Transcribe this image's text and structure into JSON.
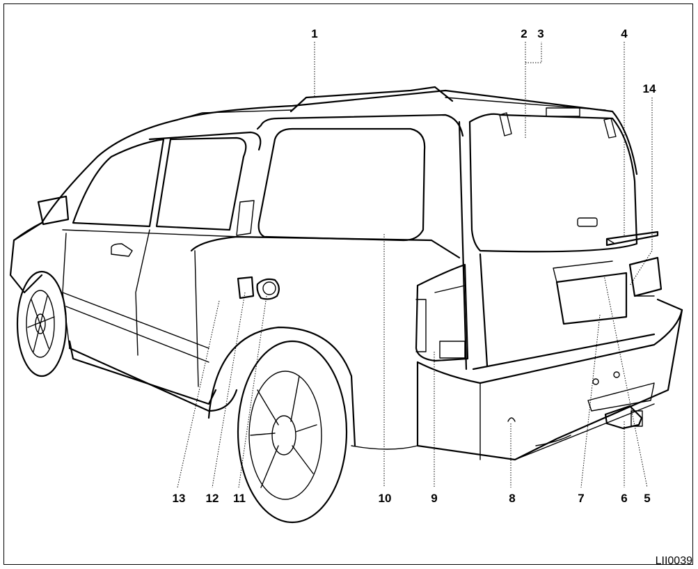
{
  "figure_code": "LII0039",
  "callouts": {
    "c1": "1",
    "c2": "2",
    "c3": "3",
    "c4": "4",
    "c5": "5",
    "c6": "6",
    "c7": "7",
    "c8": "8",
    "c9": "9",
    "c10": "10",
    "c11": "11",
    "c12": "12",
    "c13": "13",
    "c14": "14"
  }
}
